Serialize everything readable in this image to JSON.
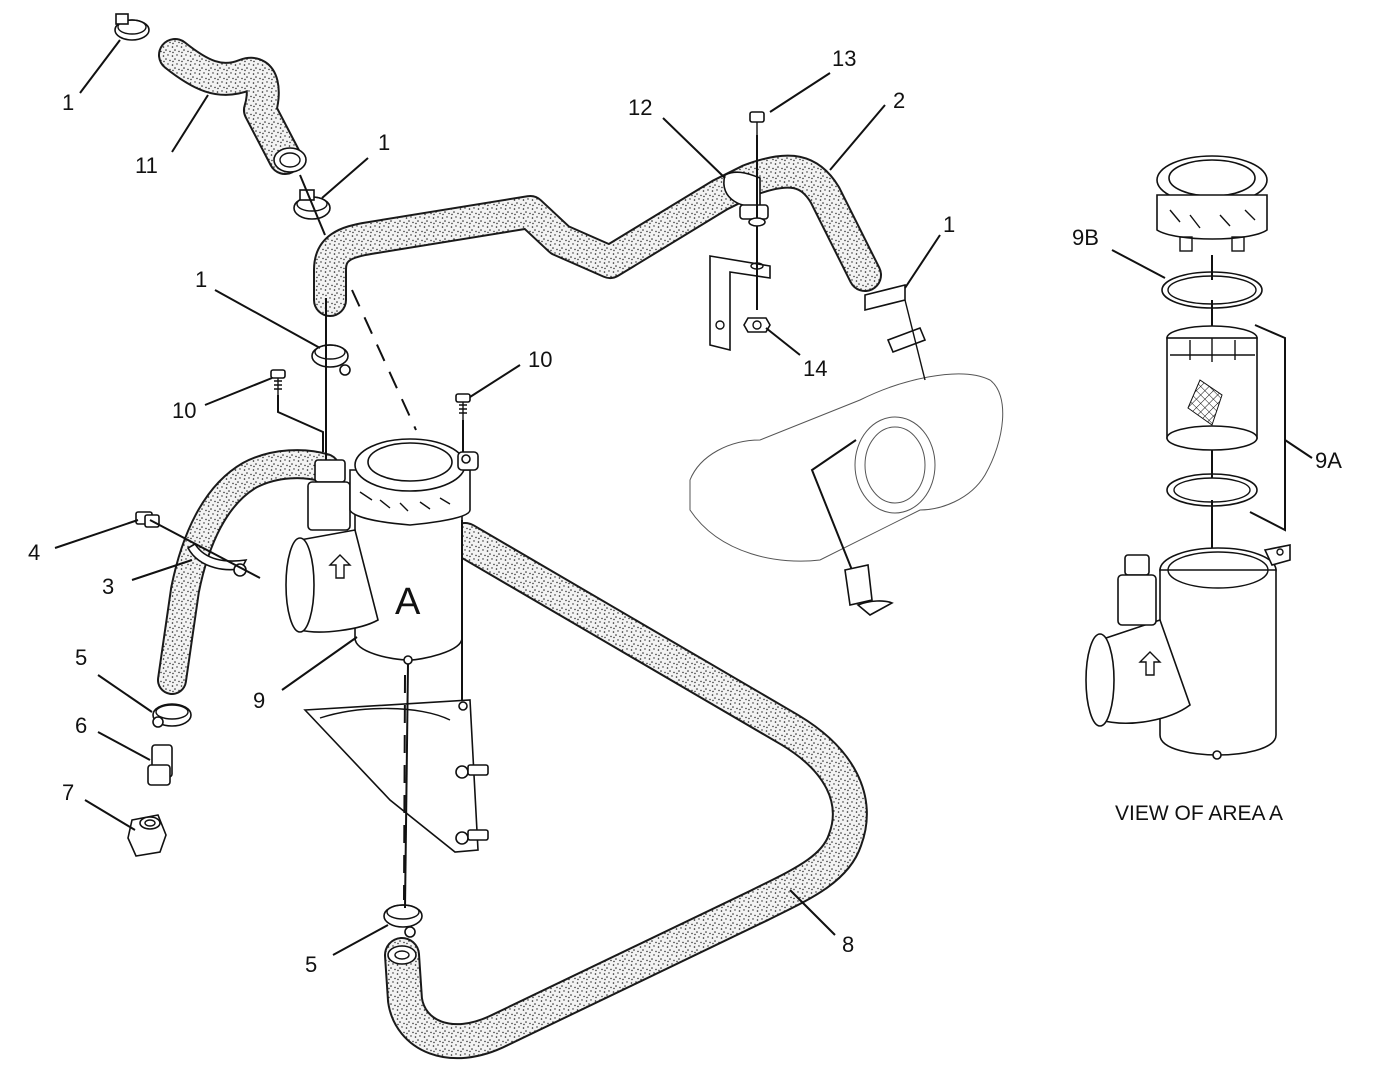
{
  "diagram": {
    "callouts": {
      "c1a": "1",
      "c11": "11",
      "c1b": "1",
      "c1c": "1",
      "c10a": "10",
      "c10b": "10",
      "c4": "4",
      "c3": "3",
      "c5a": "5",
      "c6": "6",
      "c7": "7",
      "c9": "9",
      "c5b": "5",
      "c8": "8",
      "c12": "12",
      "c13": "13",
      "c2": "2",
      "c1d": "1",
      "c14": "14",
      "c9B": "9B",
      "c9A": "9A"
    },
    "area_marker": "A",
    "view_label": "VIEW OF AREA A"
  },
  "colors": {
    "ink": "#111111",
    "background": "#ffffff",
    "hose_speckle": "#222222"
  }
}
